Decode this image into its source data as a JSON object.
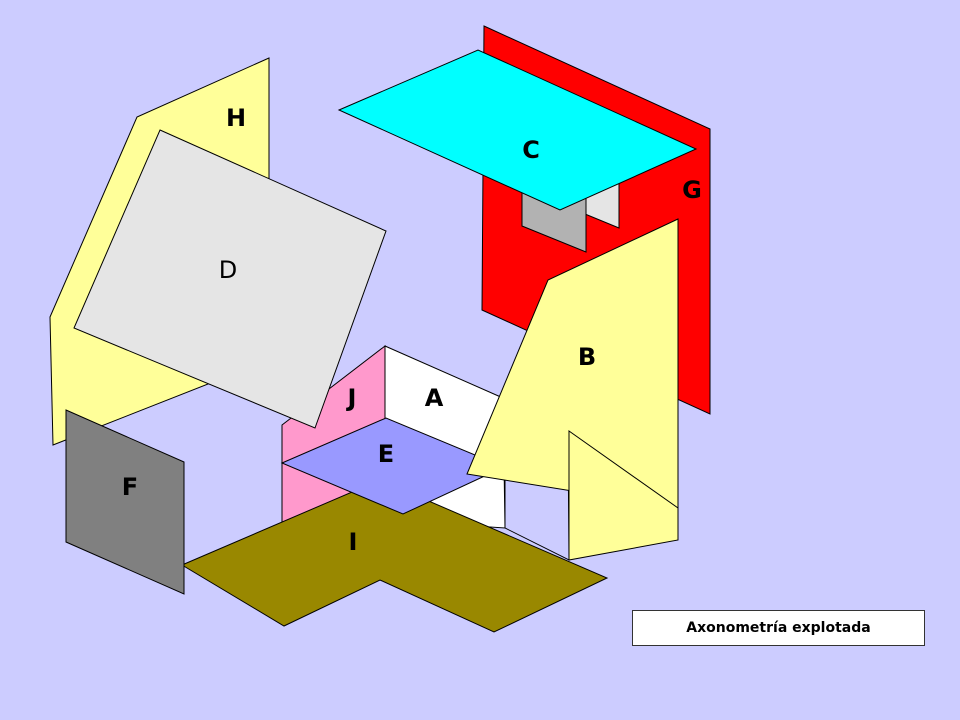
{
  "diagram": {
    "colors": {
      "background": "#CCCCFF",
      "yellow": "#FFFF99",
      "red": "#FF0000",
      "cyan": "#00FFFF",
      "light_gray": "#E5E5E5",
      "mid_gray": "#B2B2B2",
      "dark_gray": "#808080",
      "pink": "#FF99CC",
      "white": "#FFFFFF",
      "periwinkle": "#9999FF",
      "olive": "#998800"
    },
    "labels": {
      "A": "A",
      "B": "B",
      "C": "C",
      "D": "D",
      "E": "E",
      "F": "F",
      "G": "G",
      "H": "H",
      "I": "I",
      "J": "J"
    },
    "caption": "Axonometría explotada"
  }
}
